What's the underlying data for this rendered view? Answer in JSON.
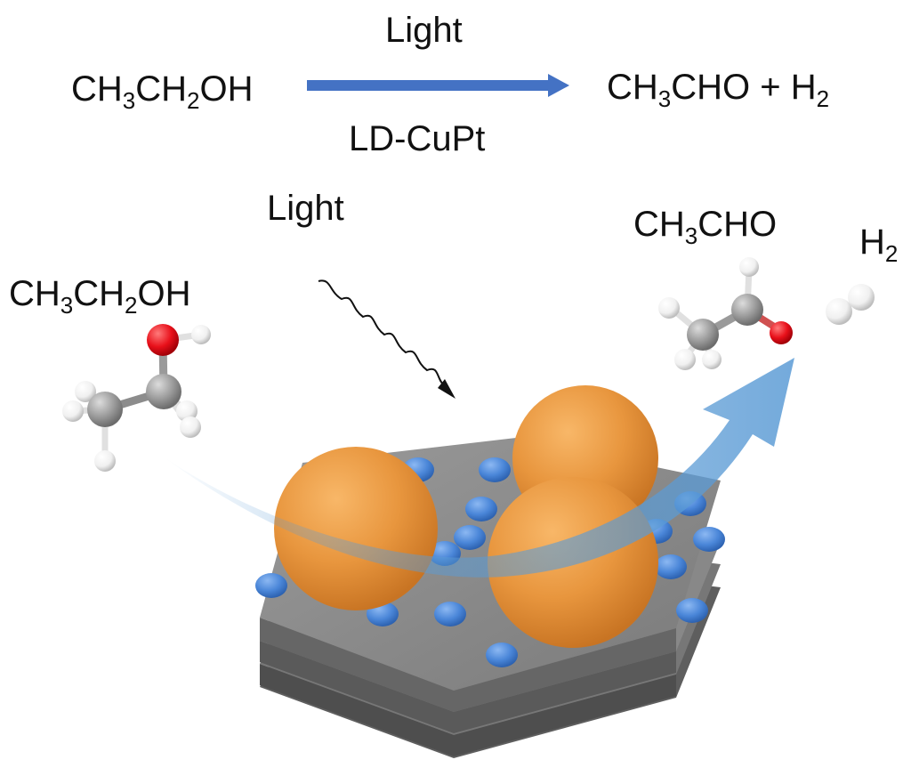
{
  "equation": {
    "reactant": {
      "a": "CH",
      "b": "3",
      "c": "CH",
      "d": "2",
      "e": "OH"
    },
    "condition_top": "Light",
    "condition_bottom": "LD-CuPt",
    "product": {
      "a": "CH",
      "b": "3",
      "c": "CHO + H",
      "d": "2"
    }
  },
  "labels": {
    "light": "Light",
    "reactant": {
      "a": "CH",
      "b": "3",
      "c": "CH",
      "d": "2",
      "e": "OH"
    },
    "product_aldehyde": {
      "a": "CH",
      "b": "3",
      "c": "CHO"
    },
    "product_h2": {
      "a": "H",
      "b": "2"
    }
  },
  "colors": {
    "arrow_blue": "#4472c4",
    "flow_arrow": "#5b9bd5",
    "cu_sphere": "#e8963e",
    "pt_dot": "#4a86d8",
    "support": "#8c8c8c",
    "oxygen": "#e8101a",
    "carbon": "#9a9a9a",
    "hydrogen": "#f2f2f2"
  },
  "icons": [
    "wavy-light-arrow-icon",
    "reaction-arrow-icon"
  ]
}
